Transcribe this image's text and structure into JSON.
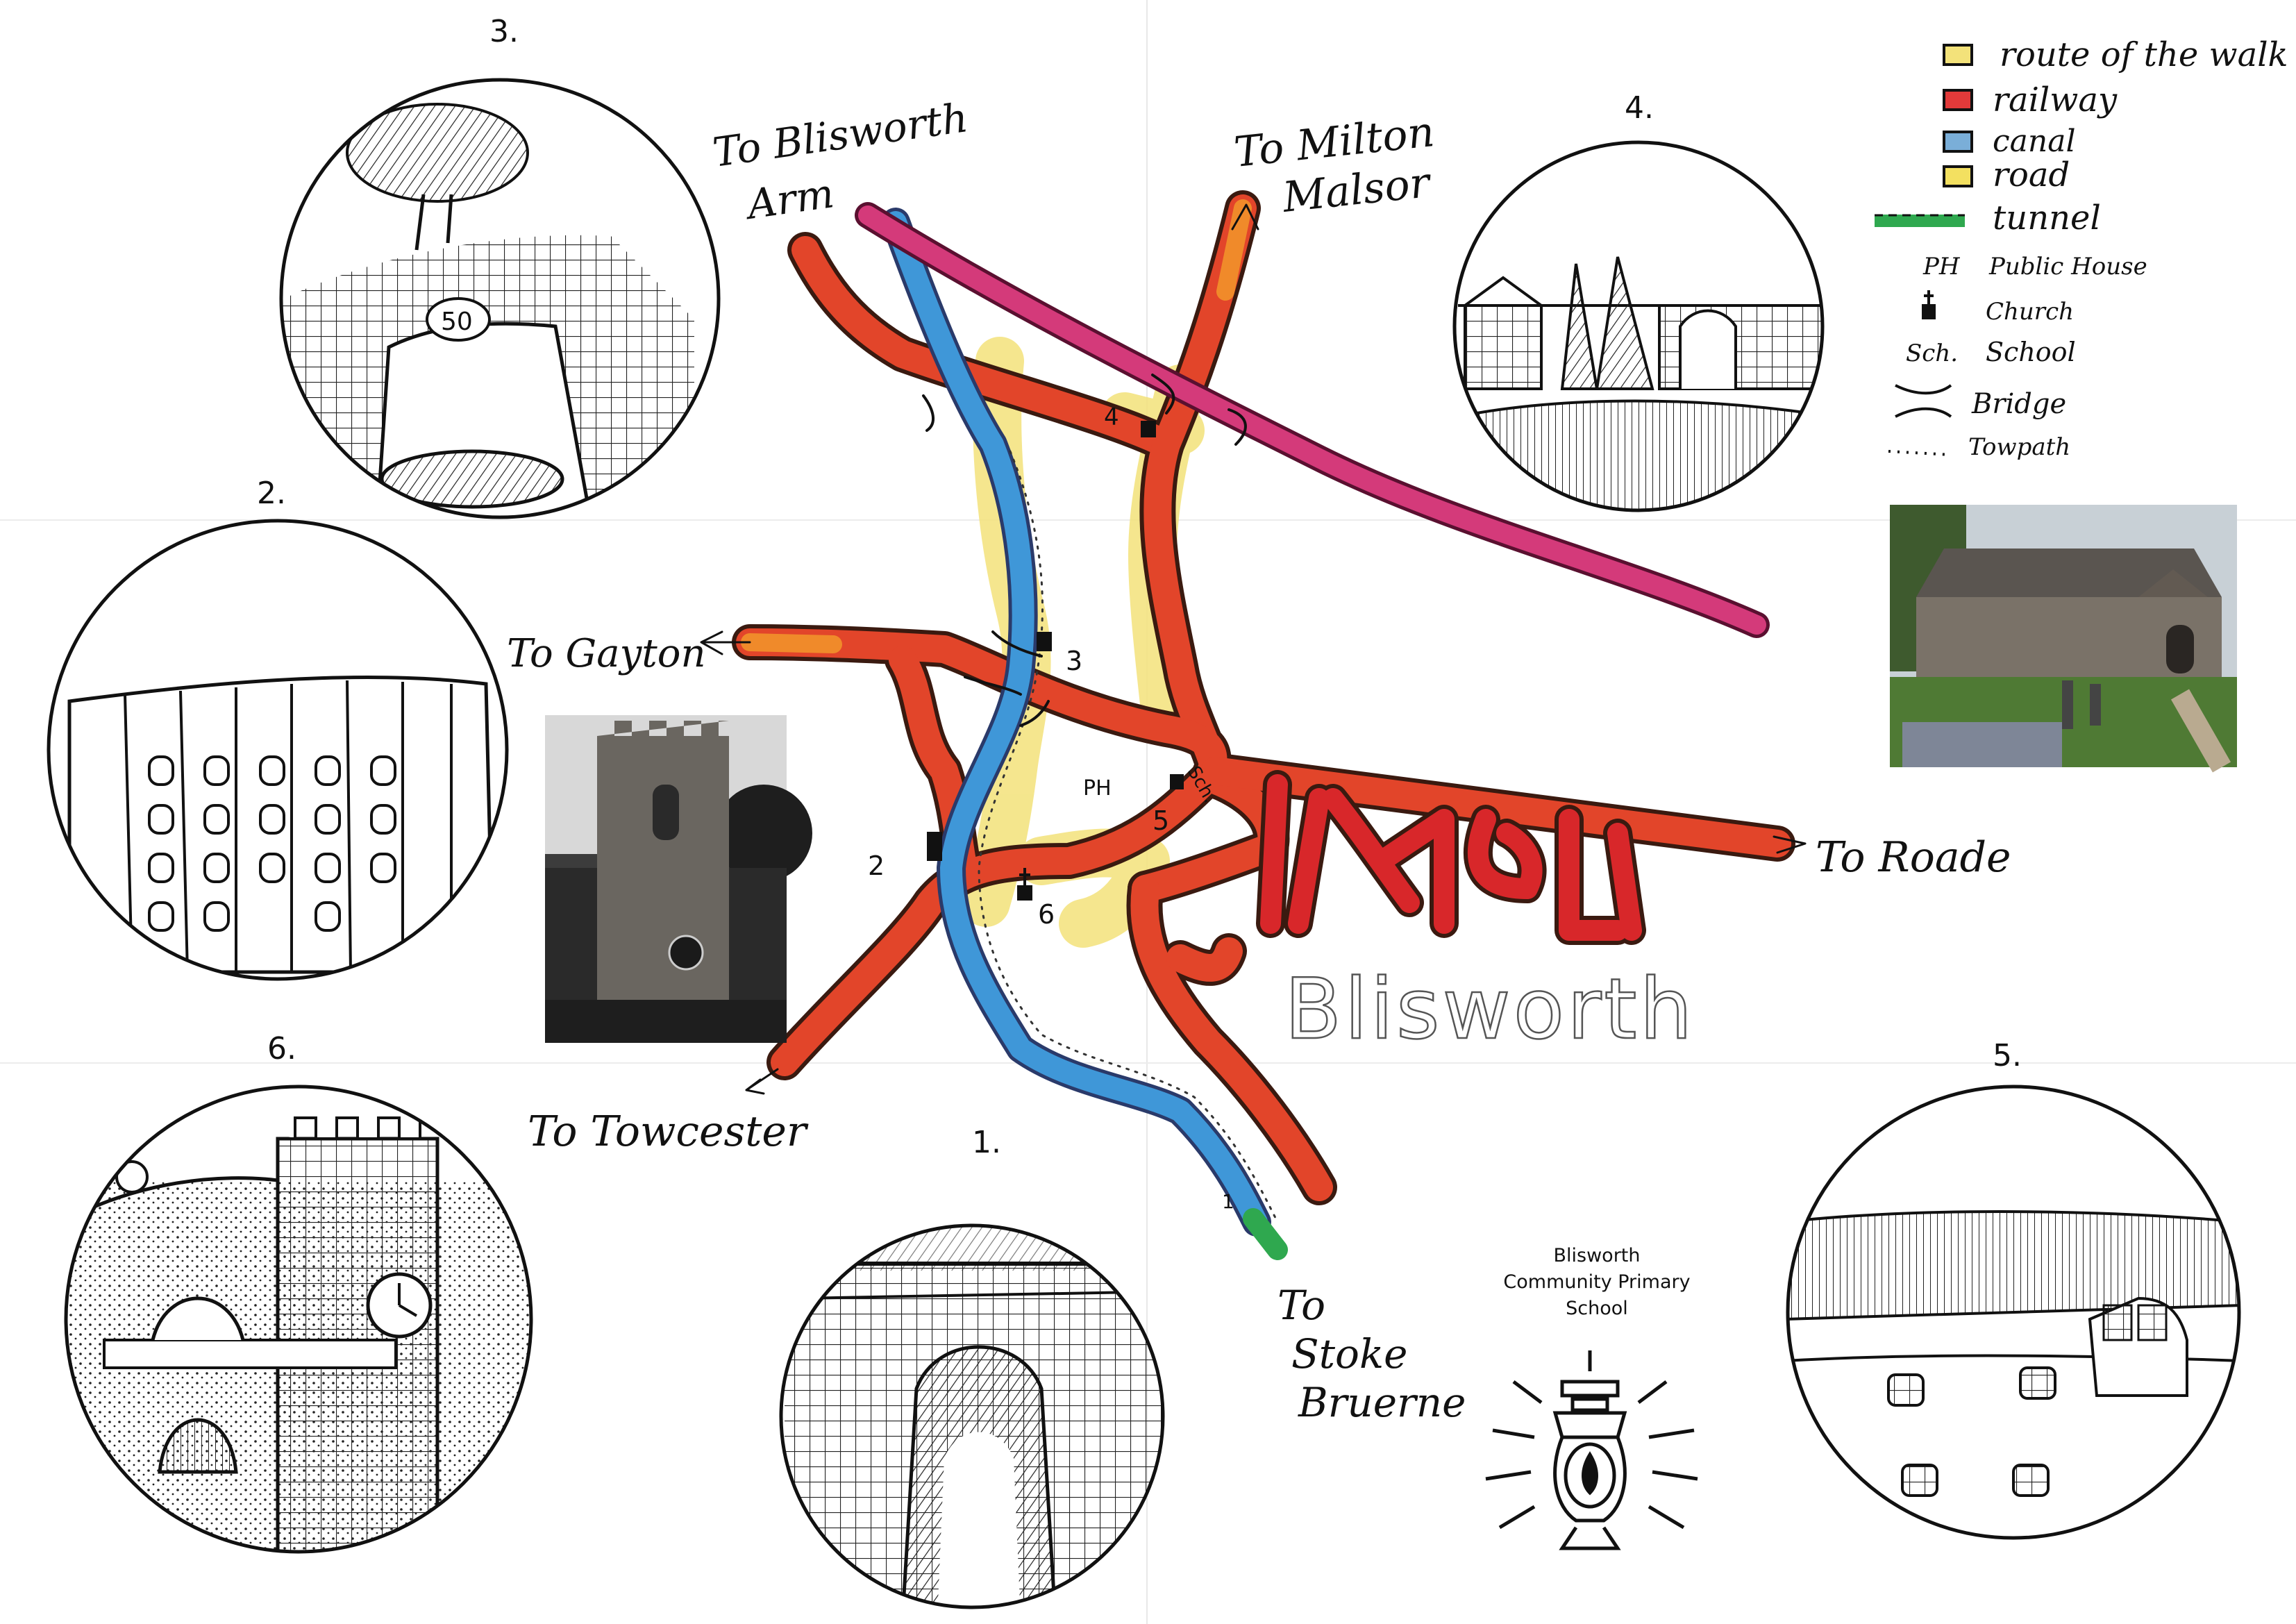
{
  "destinations": {
    "blisworth_arm_1": "To Blisworth",
    "blisworth_arm_2": "Arm",
    "milton_malsor_1": "To Milton",
    "milton_malsor_2": "Malsor",
    "gayton": "To Gayton",
    "roade": "To Roade",
    "towcester": "To Towcester",
    "stoke_bruerne_1": "To",
    "stoke_bruerne_2": "Stoke",
    "stoke_bruerne_3": "Bruerne"
  },
  "town_name": "Blisworth",
  "legend": {
    "route": "route of the walk",
    "railway": "railway",
    "canal": "canal",
    "road": "road",
    "tunnel": "tunnel",
    "ph_abbr": "PH",
    "ph_label": "Public House",
    "church_label": "Church",
    "school_abbr": "Sch.",
    "school_label": "School",
    "bridge_label": "Bridge",
    "towpath_label": "Towpath"
  },
  "map_labels": {
    "ph": "PH",
    "sch": "Sch.",
    "p1": "1",
    "p2": "2",
    "p3": "3",
    "p4": "4",
    "p5": "5",
    "p6": "6"
  },
  "vignette_numbers": {
    "n1": "1.",
    "n2": "2.",
    "n3": "3.",
    "n4": "4.",
    "n5": "5.",
    "n6": "6."
  },
  "drawing_text": {
    "sign_50": "50"
  },
  "school": {
    "line1": "Blisworth",
    "line2": "Community Primary",
    "line3": "School"
  },
  "colors": {
    "route": "#f3e27a",
    "railway": "#d43a7a",
    "canal": "#3f97d8",
    "road": "#e2452a",
    "tunnel": "#2fa84f"
  }
}
